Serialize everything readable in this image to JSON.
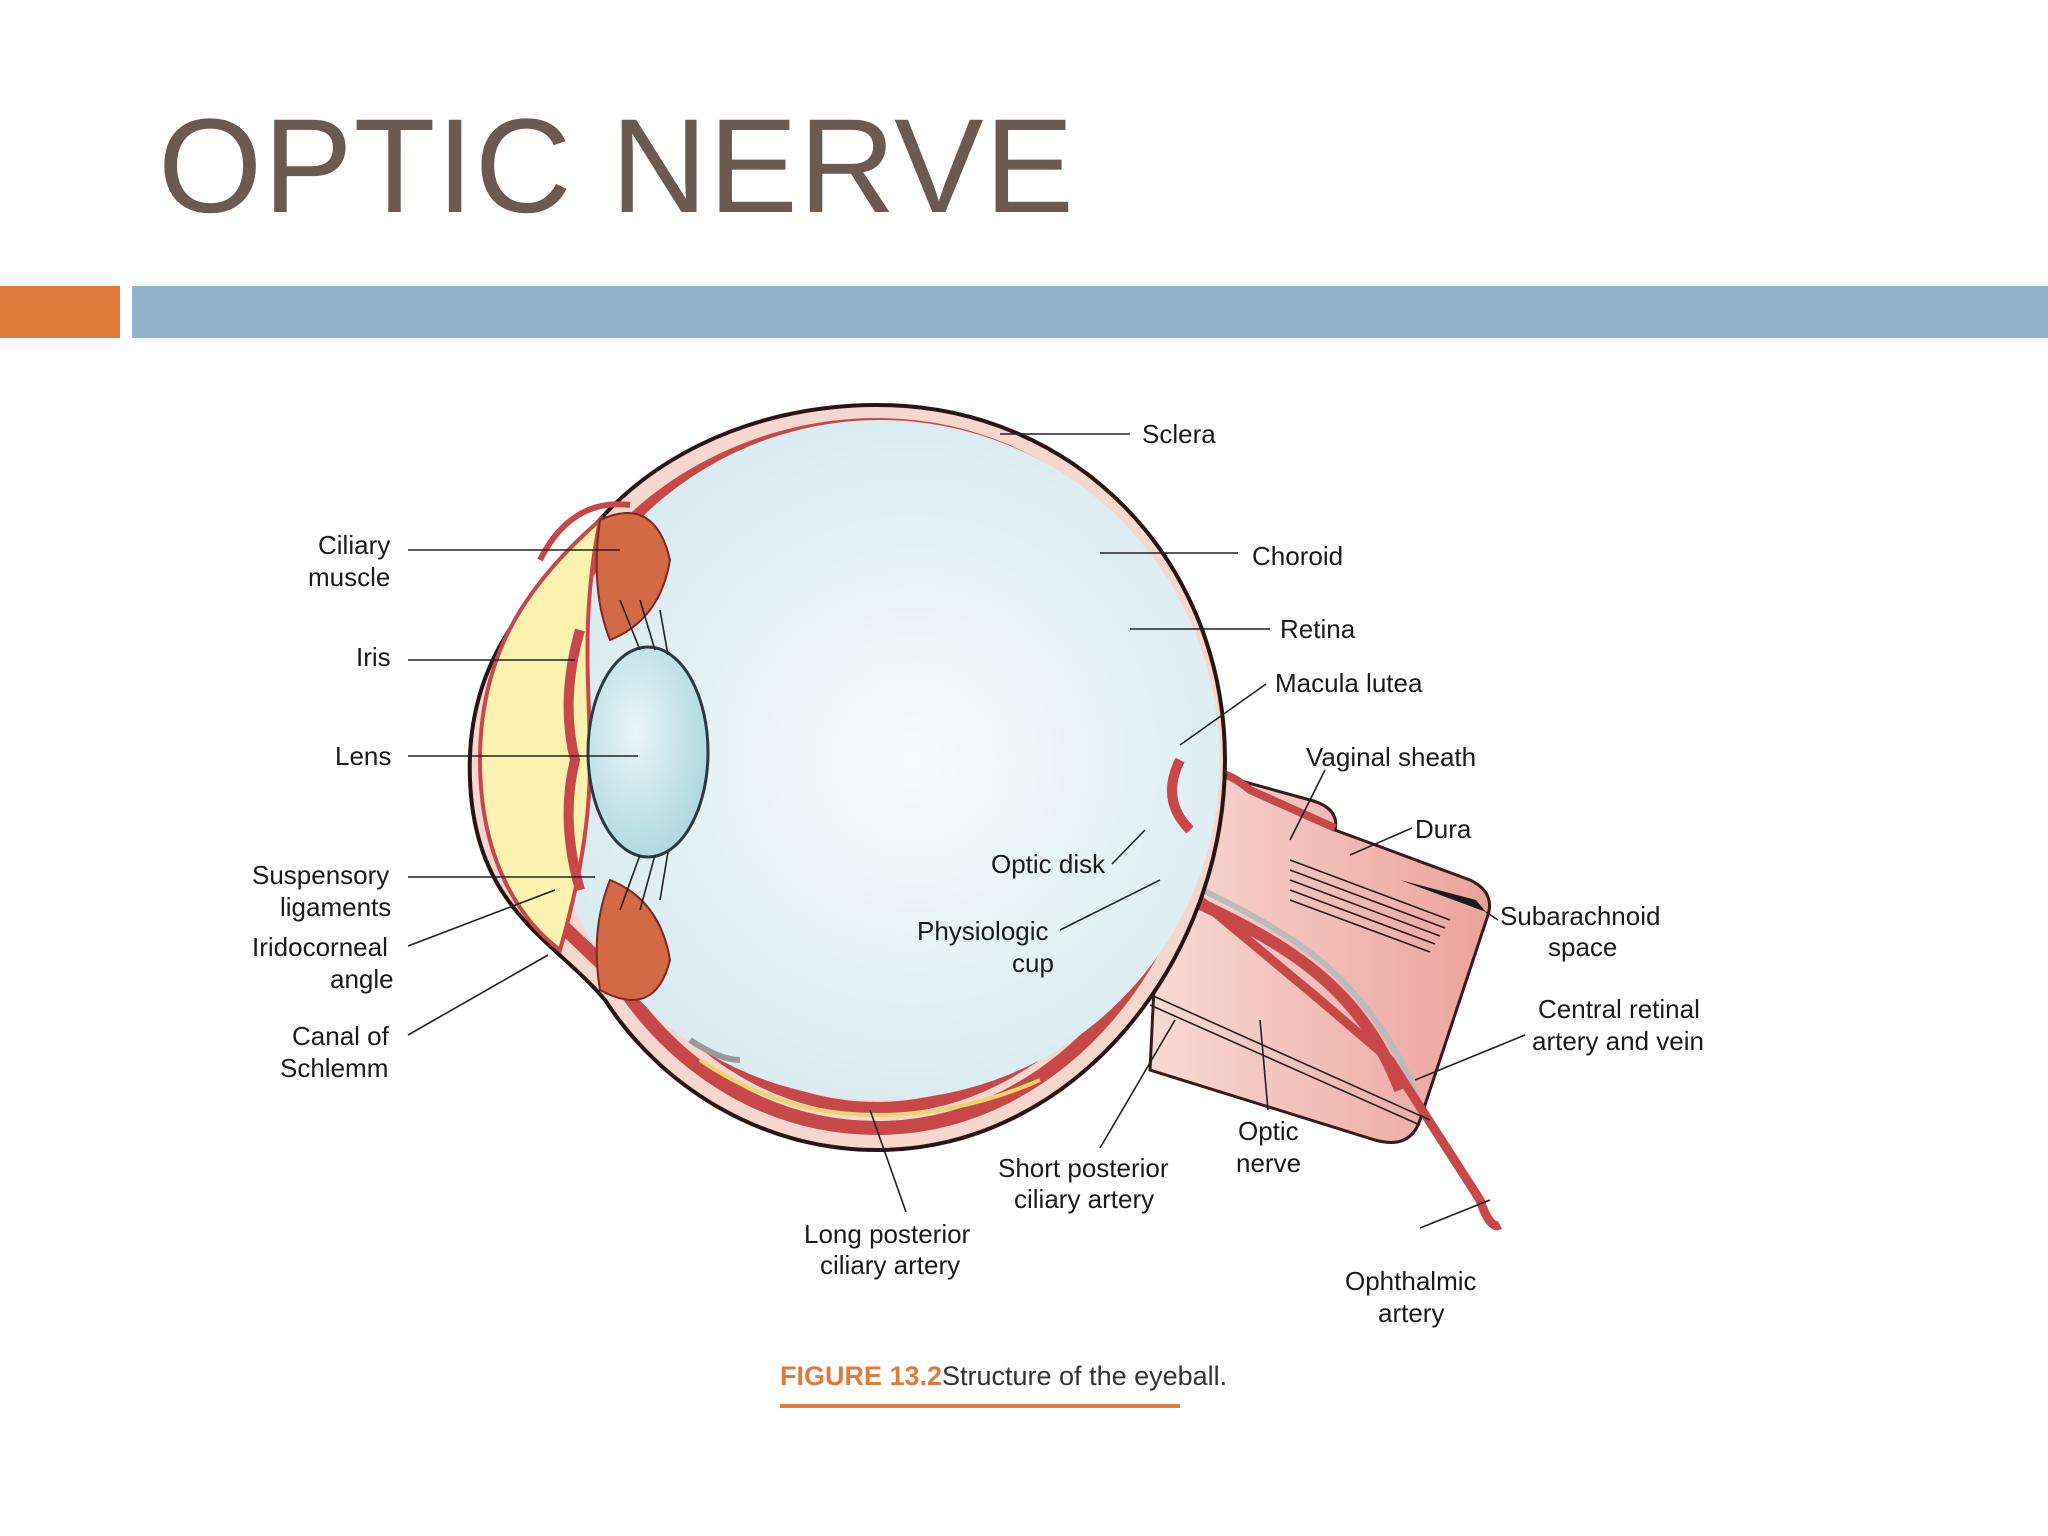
{
  "slide": {
    "title": "OPTIC NERVE"
  },
  "colors": {
    "title": "#6b5a52",
    "accent": "#e07b3c",
    "bar": "#8fb3cc",
    "tissue": "#c8484a",
    "sclera": "#f6d7cf",
    "vitreous": "#e8f3f6",
    "lens": "#bfe3ea"
  },
  "figure": {
    "caption_number": "FIGURE 13.2",
    "caption_text": "Structure of the eyeball.",
    "labels": {
      "sclera": "Sclera",
      "choroid": "Choroid",
      "retina": "Retina",
      "macula": "Macula lutea",
      "vaginal": "Vaginal sheath",
      "dura": "Dura",
      "subarach_1": "Subarachnoid",
      "subarach_2": "space",
      "central_1": "Central retinal",
      "central_2": "artery and vein",
      "ophth_1": "Ophthalmic",
      "ophth_2": "artery",
      "optic_nerve_1": "Optic",
      "optic_nerve_2": "nerve",
      "short_1": "Short posterior",
      "short_2": "ciliary artery",
      "long_1": "Long posterior",
      "long_2": "ciliary artery",
      "optic_disk": "Optic disk",
      "physio_1": "Physiologic",
      "physio_2": "cup",
      "ciliary_1": "Ciliary",
      "ciliary_2": "muscle",
      "iris": "Iris",
      "lens": "Lens",
      "susp_1": "Suspensory",
      "susp_2": "ligaments",
      "irido_1": "Iridocorneal",
      "irido_2": "angle",
      "canal_1": "Canal of",
      "canal_2": "Schlemm"
    }
  }
}
